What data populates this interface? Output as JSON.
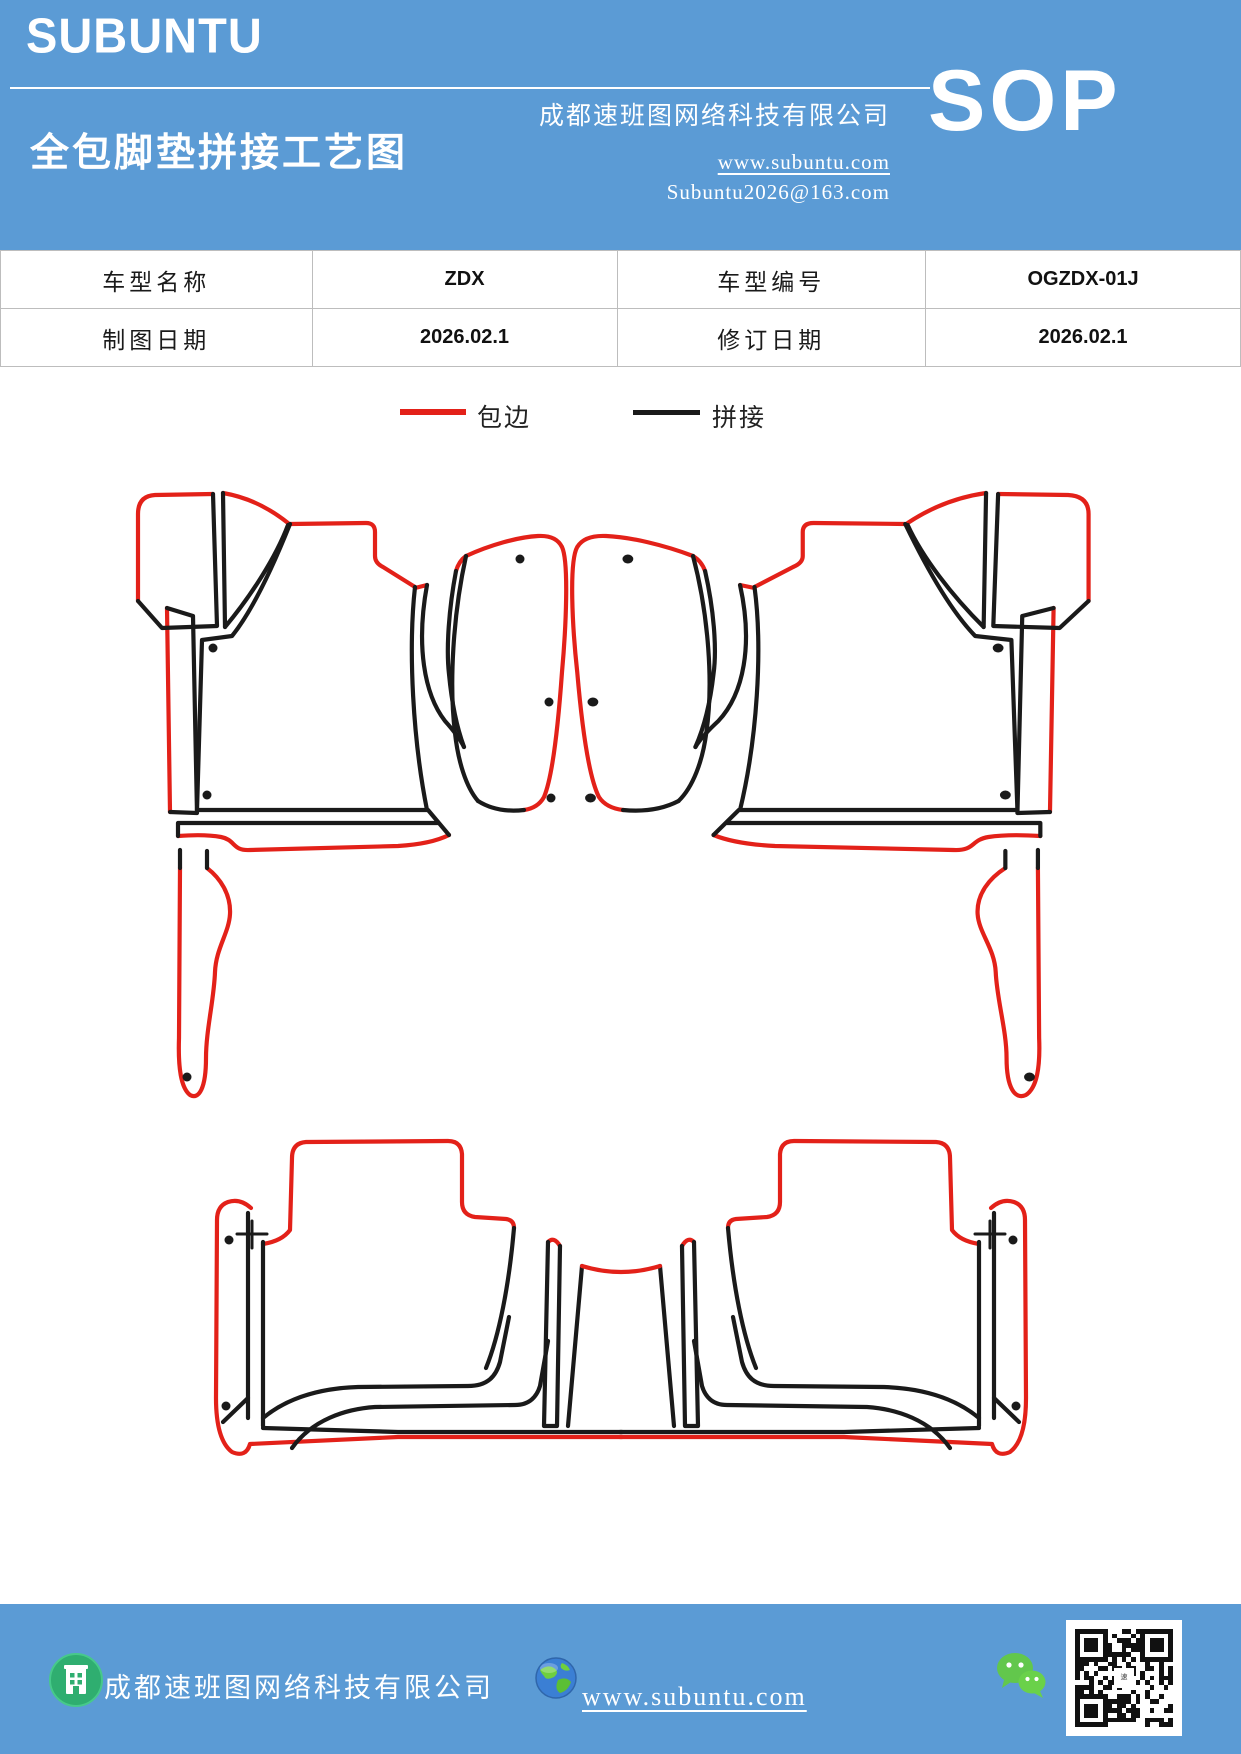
{
  "colors": {
    "header_blue": "#5b9bd5",
    "line_red": "#e32119",
    "line_black": "#1a1a1a",
    "table_border": "#bdbdbd",
    "wechat_green": "#62c74c",
    "building_green": "#2fae70"
  },
  "header": {
    "logo": "SUBUNTU",
    "title": "全包脚垫拼接工艺图",
    "company": "成都速班图网络科技有限公司",
    "website": "www.subuntu.com",
    "email": "Subuntu2026@163.com",
    "badge": "SOP"
  },
  "spec_table": {
    "rows": [
      [
        "车型名称",
        "ZDX",
        "车型编号",
        "OGZDX-01J"
      ],
      [
        "制图日期",
        "2026.02.1",
        "修订日期",
        "2026.02.1"
      ]
    ]
  },
  "legend": {
    "items": [
      {
        "label": "包边",
        "color": "#e32119"
      },
      {
        "label": "拼接",
        "color": "#1a1a1a"
      }
    ]
  },
  "footer": {
    "company": "成都速班图网络科技有限公司",
    "website": "www.subuntu.com"
  }
}
